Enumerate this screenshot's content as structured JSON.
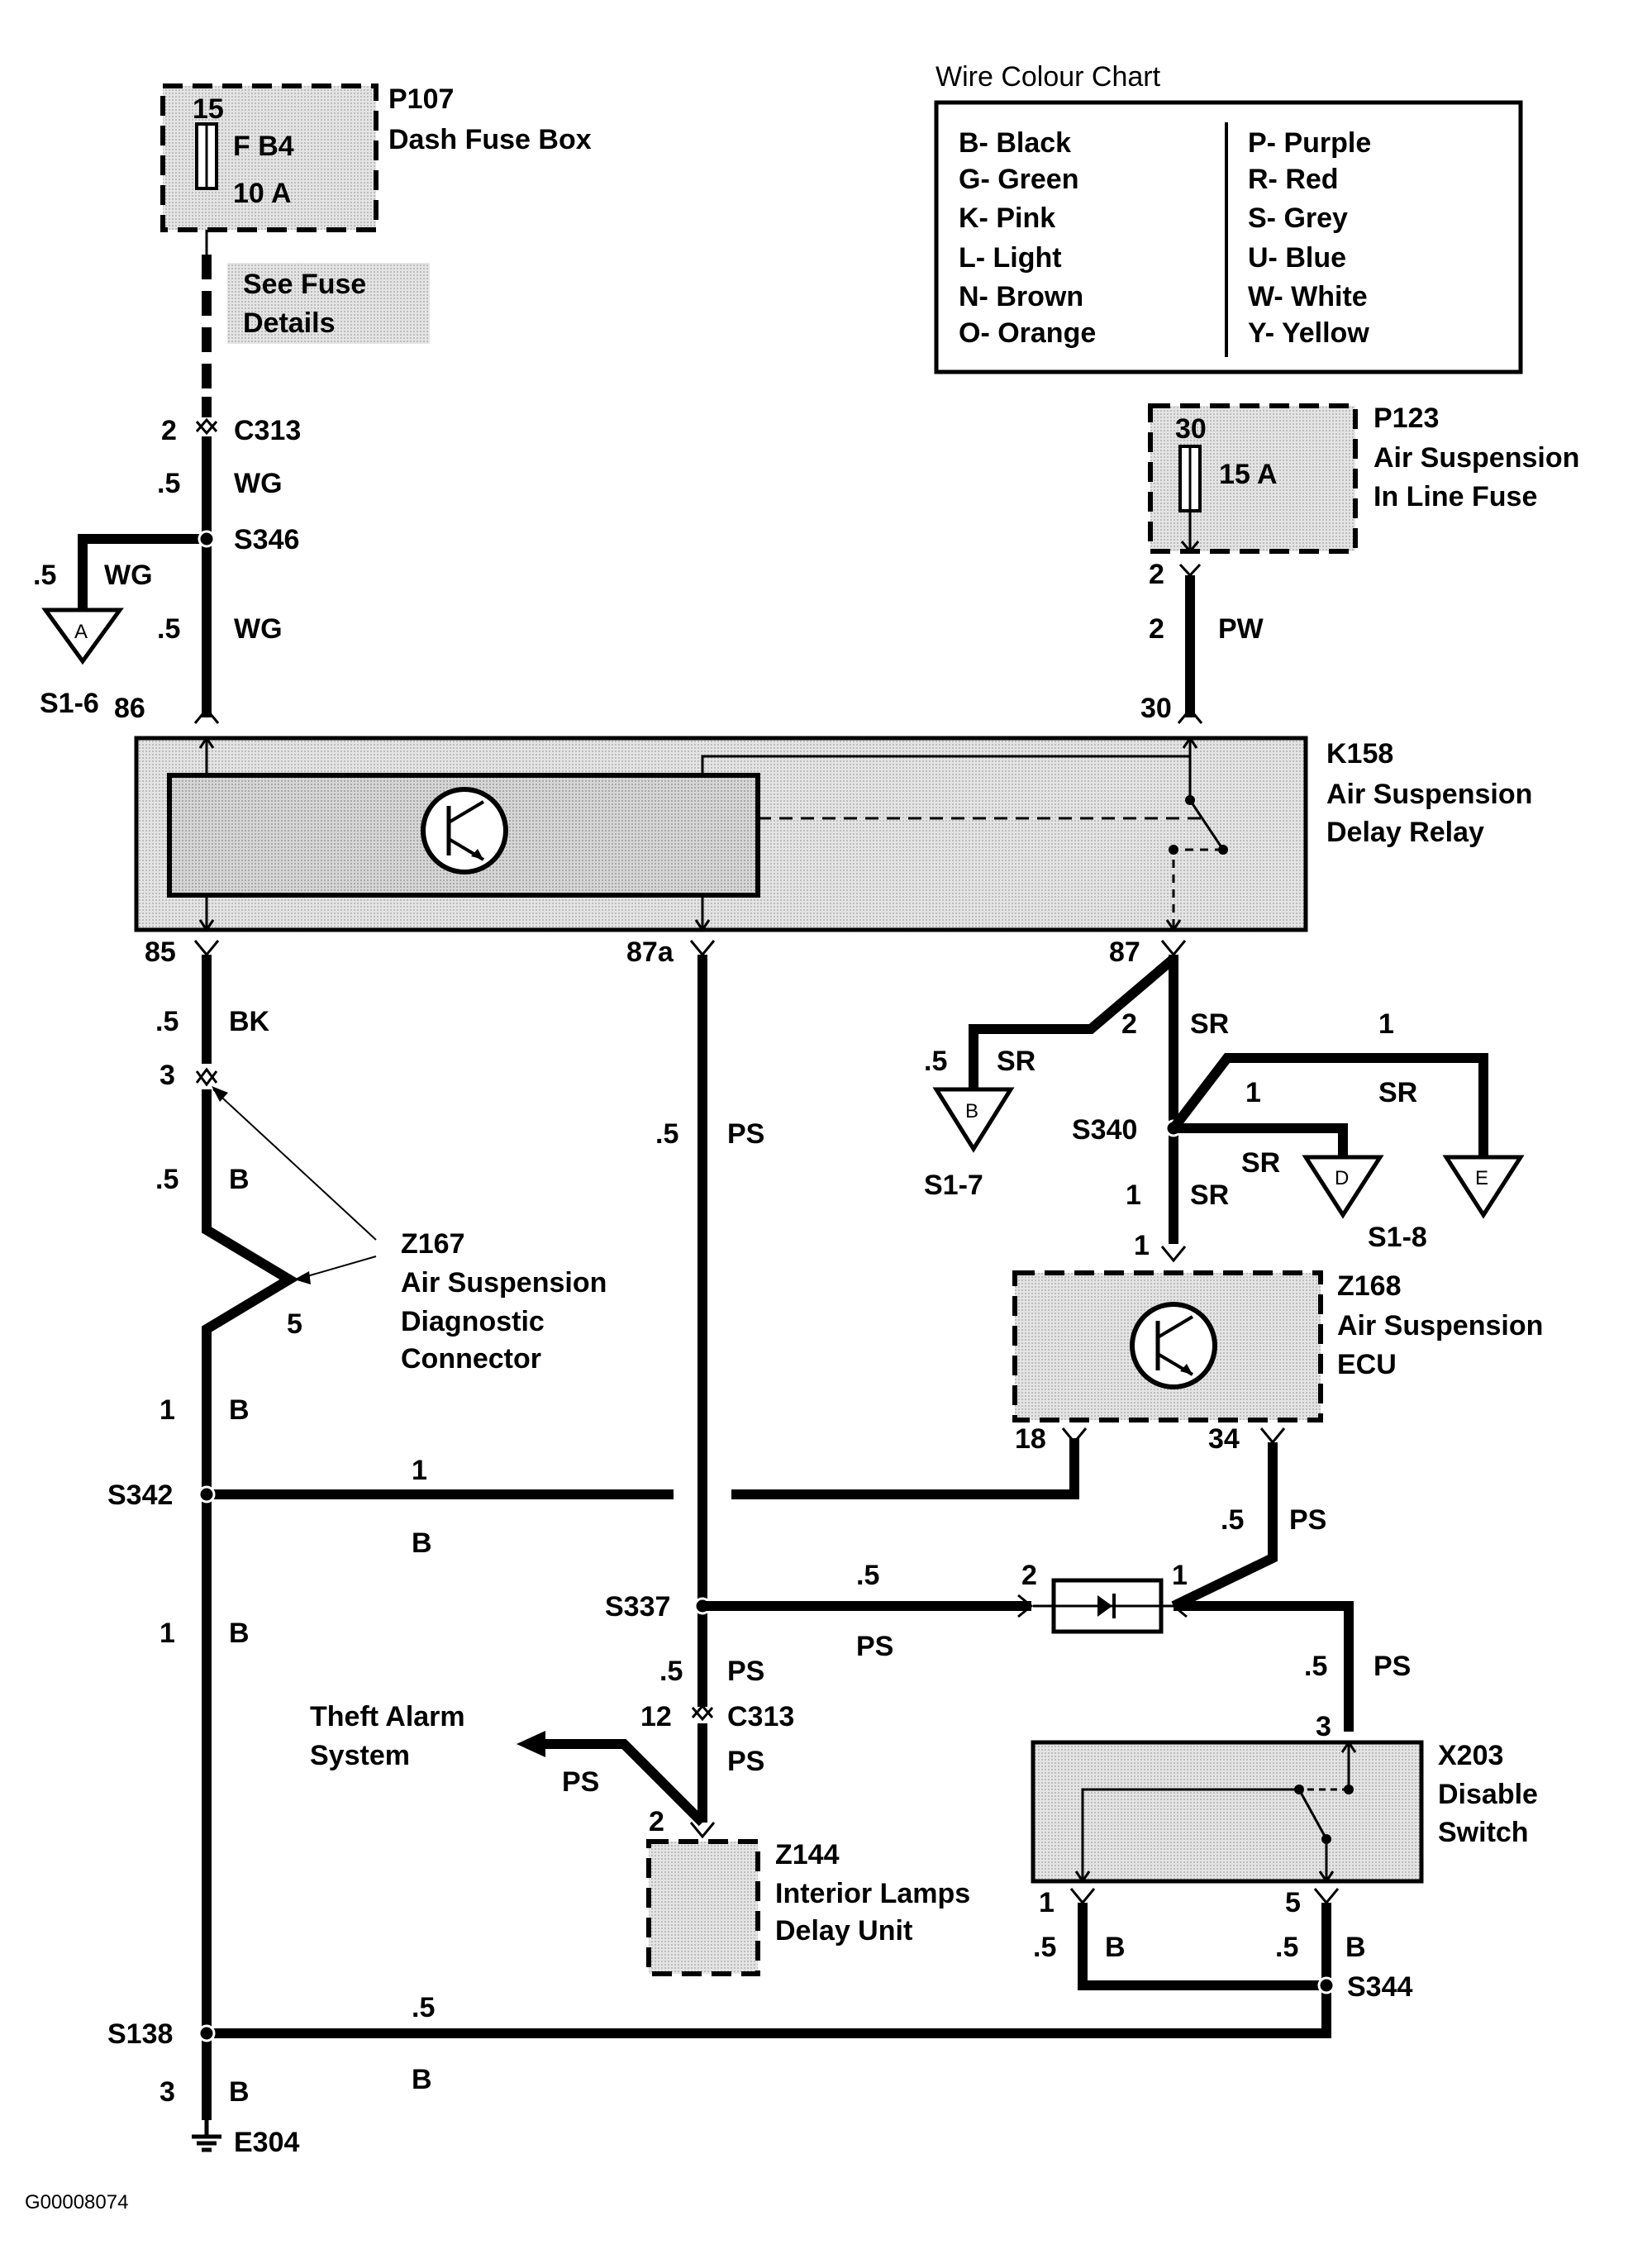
{
  "footer_code": "G00008074",
  "colour_chart": {
    "title": "Wire Colour Chart",
    "left": [
      "B- Black",
      "G- Green",
      "K- Pink",
      "L- Light",
      "N- Brown",
      "O- Orange"
    ],
    "right": [
      "P- Purple",
      "R- Red",
      "S- Grey",
      "U- Blue",
      "W- White",
      "Y- Yellow"
    ]
  },
  "components": {
    "p107": {
      "id": "P107",
      "name": "Dash Fuse Box",
      "pin": "15",
      "fuse": "F B4",
      "rating": "10 A",
      "note1": "See Fuse",
      "note2": "Details"
    },
    "p123": {
      "id": "P123",
      "name1": "Air Suspension",
      "name2": "In Line Fuse",
      "pin": "30",
      "rating": "15 A"
    },
    "k158": {
      "id": "K158",
      "name1": "Air Suspension",
      "name2": "Delay Relay"
    },
    "z167": {
      "id": "Z167",
      "name1": "Air Suspension",
      "name2": "Diagnostic",
      "name3": "Connector",
      "pin": "5"
    },
    "z168": {
      "id": "Z168",
      "name1": "Air Suspension",
      "name2": "ECU"
    },
    "x203": {
      "id": "X203",
      "name1": "Disable",
      "name2": "Switch"
    },
    "z144": {
      "id": "Z144",
      "name1": "Interior Lamps",
      "name2": "Delay Unit"
    },
    "theft": {
      "name1": "Theft Alarm",
      "name2": "System"
    },
    "e304": {
      "id": "E304"
    }
  },
  "connectors": {
    "c313": "C313",
    "s346": "S346",
    "s342": "S342",
    "s138": "S138",
    "s337": "S337",
    "s340": "S340",
    "s344": "S344"
  },
  "grounds": {
    "a": "A",
    "b": "B",
    "d": "D",
    "e": "E",
    "s1_6": "S1-6",
    "s1_7": "S1-7",
    "s1_8": "S1-8"
  },
  "labels": {
    "pin2": "2",
    "pt5": ".5",
    "pin1": "1",
    "pin3": "3",
    "pin5": "5",
    "pin12": "12",
    "pin18": "18",
    "pin34": "34",
    "pin86": "86",
    "pin85": "85",
    "pin87a": "87a",
    "pin87": "87",
    "pin30": "30",
    "wg": "WG",
    "pw": "PW",
    "bk": "BK",
    "b": "B",
    "ps": "PS",
    "sr": "SR"
  }
}
